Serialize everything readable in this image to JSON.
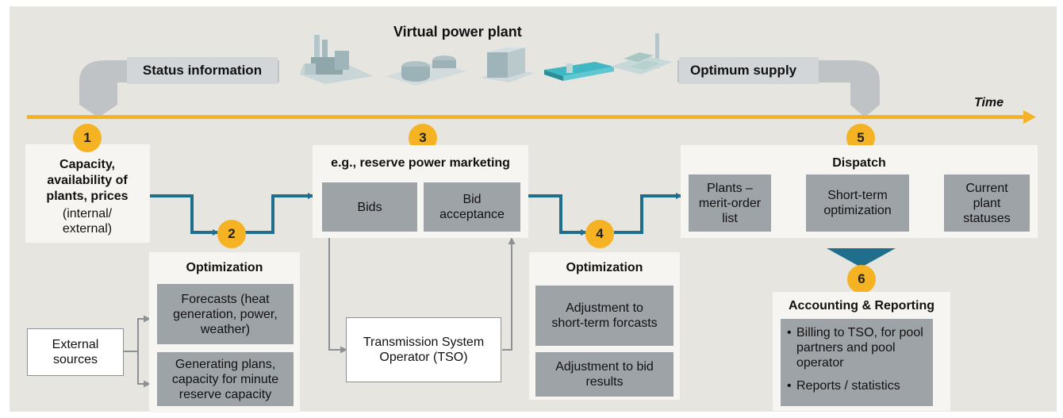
{
  "header": {
    "title": "Virtual power plant",
    "status_information": "Status information",
    "optimum_supply": "Optimum supply",
    "time": "Time"
  },
  "step1": {
    "number": "1",
    "title": "Capacity, availability of plants, prices",
    "subtitle": "(internal/ external)"
  },
  "step2": {
    "number": "2",
    "title": "Optimization",
    "forecasts": "Forecasts (heat generation, power, weather)",
    "generating": "Generating plans, capacity for minute reserve capacity"
  },
  "external_sources": "External sources",
  "step3": {
    "number": "3",
    "title": "e.g., reserve power marketing",
    "bids": "Bids",
    "bid_acceptance": "Bid acceptance"
  },
  "tso": "Transmission System Operator (TSO)",
  "step4": {
    "number": "4",
    "title": "Optimization",
    "adjust_forecasts": "Adjustment to short-term forcasts",
    "adjust_bids": "Adjustment to bid results"
  },
  "step5": {
    "number": "5",
    "title": "Dispatch",
    "merit_order": "Plants – merit-order list",
    "short_term": "Short-term optimization",
    "current_status": "Current plant statuses"
  },
  "step6": {
    "number": "6",
    "title": "Accounting & Reporting",
    "billing": "Billing to TSO, for pool partners and pool operator",
    "reports": "Reports / statistics"
  },
  "colors": {
    "accent_orange": "#f5b324",
    "flow_blue": "#1f6e8c",
    "box_gray": "#9ea3a8",
    "background": "#e6e5e0"
  }
}
